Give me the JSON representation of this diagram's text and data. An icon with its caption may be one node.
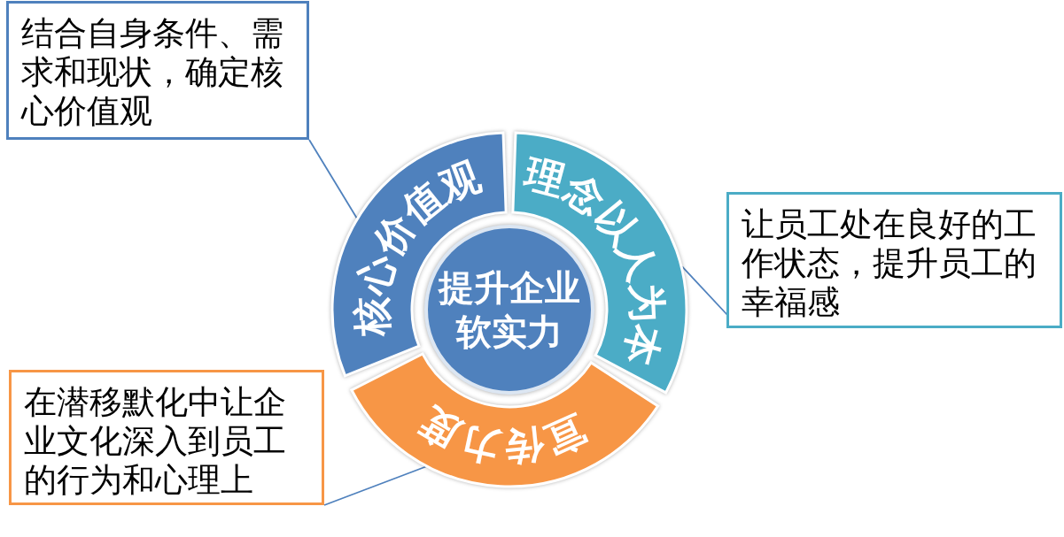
{
  "diagram": {
    "nodes": [
      {
        "text": [
          "结合自身条件、需求和现状，确定核心价值观"
        ]
      },
      {
        "text": [
          "核心价值观"
        ]
      },
      {
        "text": [
          "理念以人为本"
        ]
      },
      {
        "text": [
          "提升企业软实力"
        ]
      },
      {
        "text": [
          "让员工处在良好的工作状态，提升员工的幸福感"
        ]
      },
      {
        "text": [
          "在潜移默化中让企业文化深入到员工的行为和心理上"
        ]
      },
      {
        "text": [
          "宣传力度"
        ]
      }
    ],
    "edges": [
      {
        "from": 0,
        "to": 1,
        "arrow": "none"
      },
      {
        "from": 4,
        "to": 2,
        "arrow": "none"
      },
      {
        "from": 5,
        "to": 6,
        "arrow": "none"
      }
    ]
  }
}
